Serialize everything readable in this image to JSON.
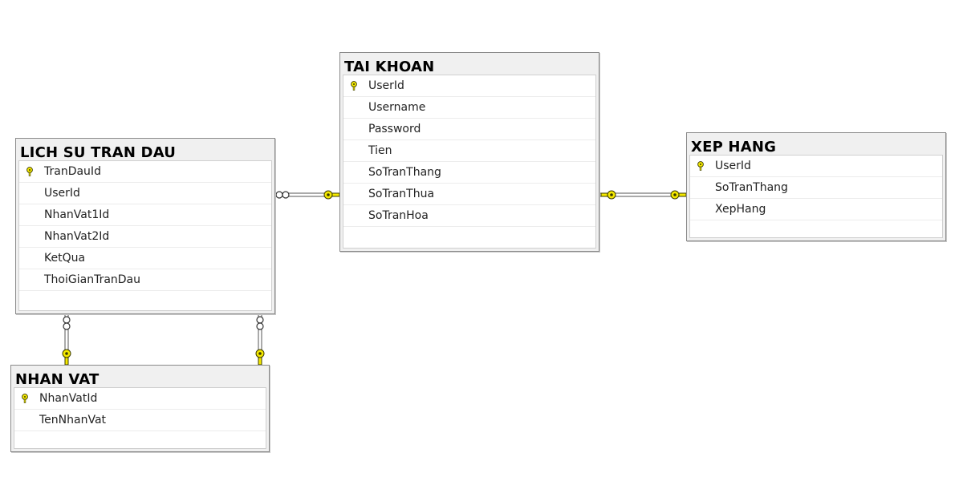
{
  "tables": {
    "tai_khoan": {
      "title": "TAI KHOAN",
      "columns": [
        "UserId",
        "Username",
        "Password",
        "Tien",
        "SoTranThang",
        "SoTranThua",
        "SoTranHoa"
      ],
      "primary_key": "UserId"
    },
    "lich_su_tran_dau": {
      "title": "LICH SU TRAN DAU",
      "columns": [
        "TranDauId",
        "UserId",
        "NhanVat1Id",
        "NhanVat2Id",
        "KetQua",
        "ThoiGianTranDau"
      ],
      "primary_key": "TranDauId"
    },
    "xep_hang": {
      "title": "XEP HANG",
      "columns": [
        "UserId",
        "SoTranThang",
        "XepHang"
      ],
      "primary_key": "UserId"
    },
    "nhan_vat": {
      "title": "NHAN VAT",
      "columns": [
        "NhanVatId",
        "TenNhanVat"
      ],
      "primary_key": "NhanVatId"
    }
  },
  "relationships": [
    {
      "from": "LICH SU TRAN DAU",
      "to": "TAI KHOAN",
      "type": "many-to-one"
    },
    {
      "from": "XEP HANG",
      "to": "TAI KHOAN",
      "type": "one-to-one"
    },
    {
      "from": "LICH SU TRAN DAU",
      "to": "NHAN VAT",
      "type": "many-to-one"
    },
    {
      "from": "LICH SU TRAN DAU",
      "to": "NHAN VAT",
      "type": "many-to-one"
    }
  ],
  "colors": {
    "key_fill": "#f5e900",
    "key_stroke": "#3a3a00",
    "connector_line": "#555555"
  },
  "icons": {
    "primary_key": "key-icon",
    "one_end": "key-icon",
    "many_end": "infinity-icon"
  }
}
